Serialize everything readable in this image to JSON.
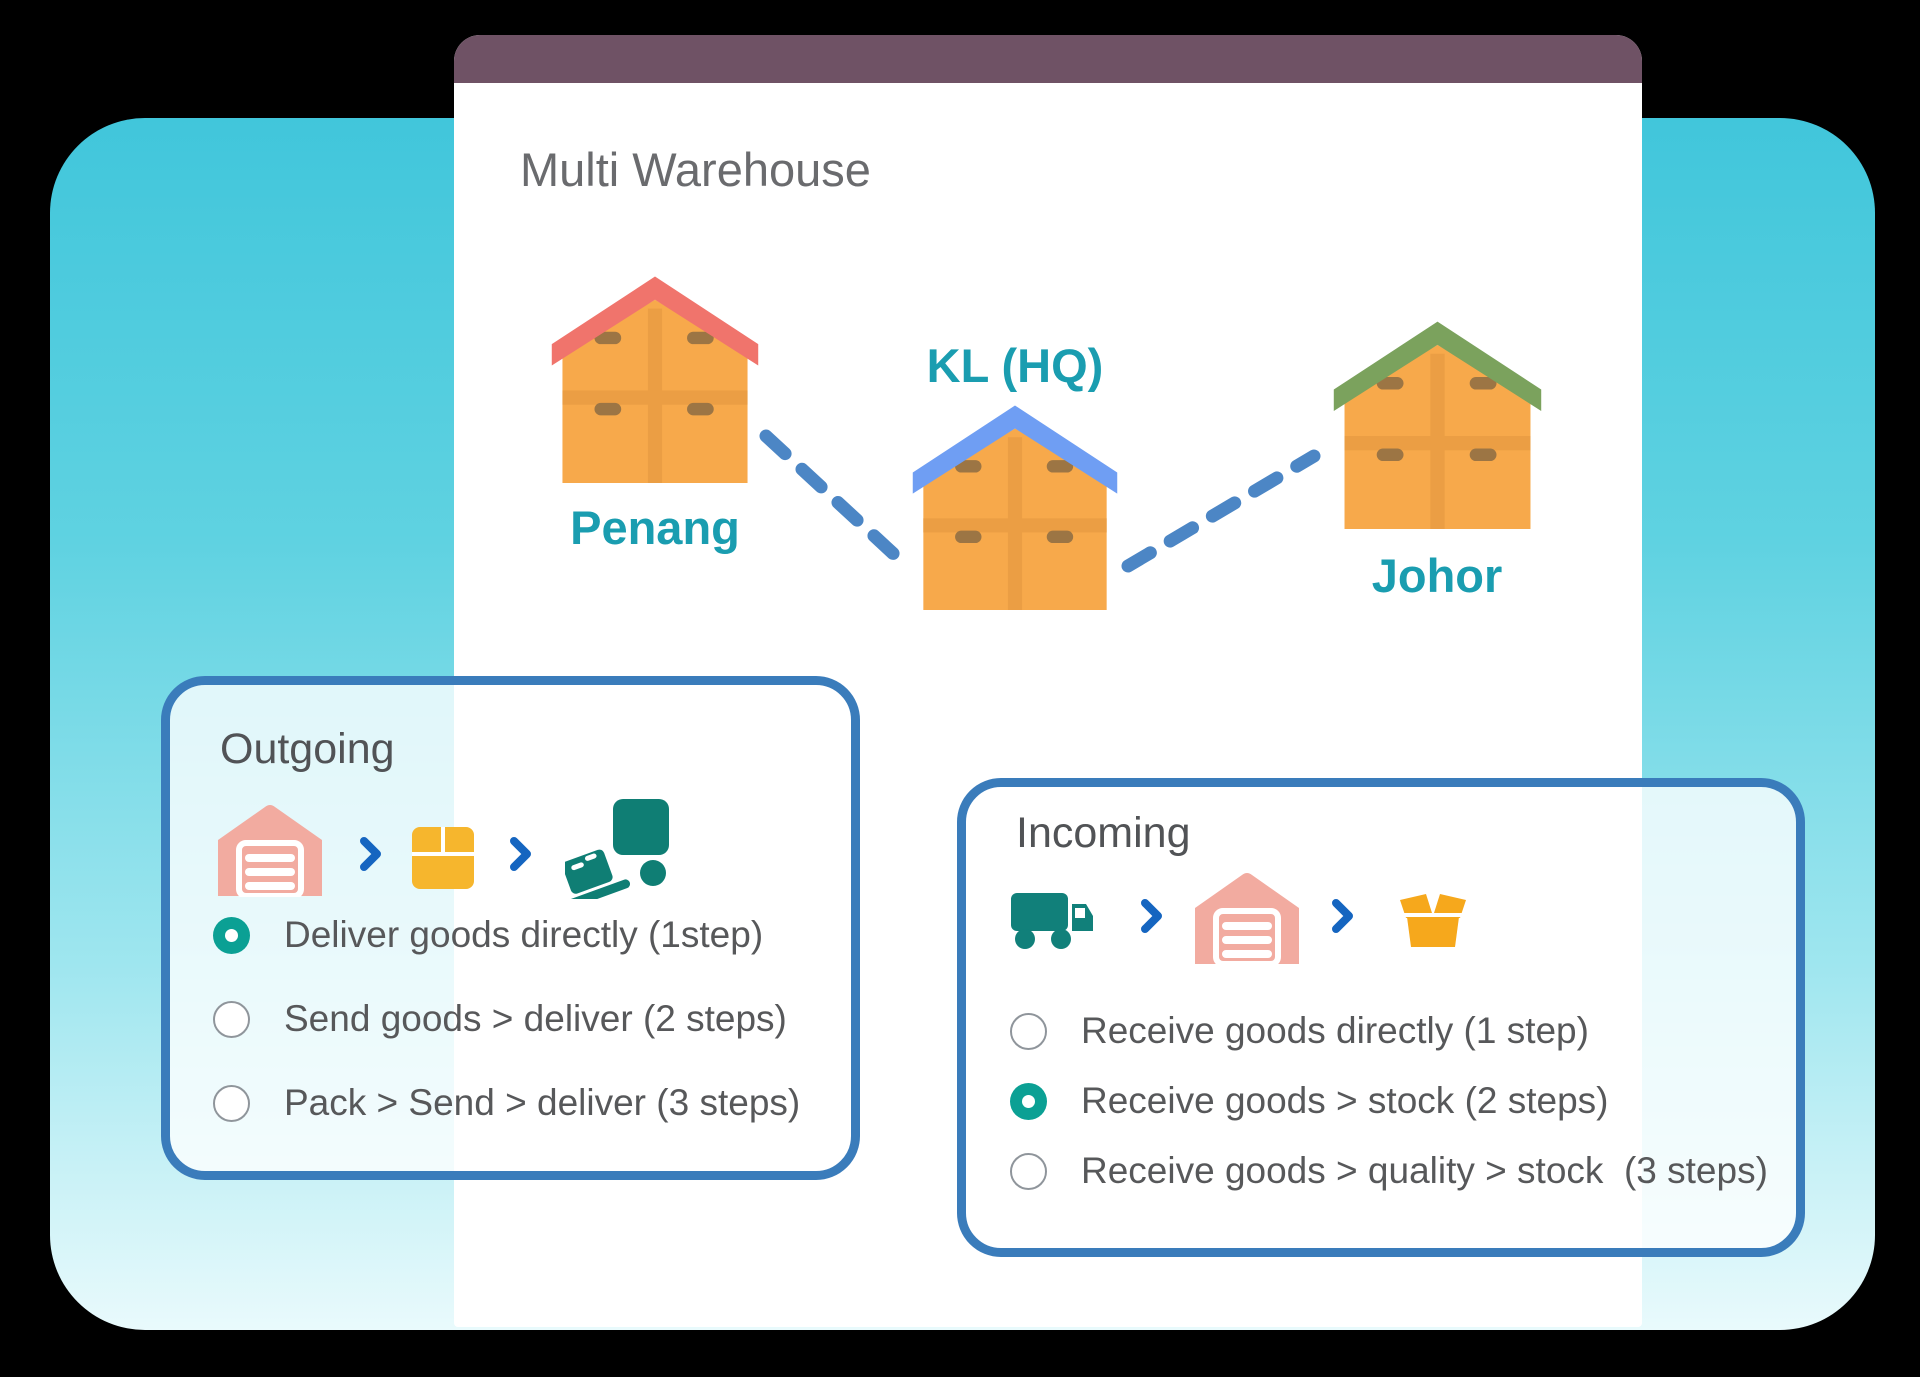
{
  "page_title": "Multi Warehouse",
  "network": {
    "warehouses": [
      {
        "name": "Penang",
        "roof_color": "#f0746c"
      },
      {
        "name": "KL (HQ)",
        "roof_color": "#6f9ef3"
      },
      {
        "name": "Johor",
        "roof_color": "#7ba25d"
      }
    ],
    "connections": [
      {
        "from": "Penang",
        "to": "KL (HQ)"
      },
      {
        "from": "KL (HQ)",
        "to": "Johor"
      }
    ]
  },
  "outgoing_panel": {
    "title": "Outgoing",
    "flow_icons": [
      "warehouse-icon",
      "chevron-right-icon",
      "box-icon",
      "chevron-right-icon",
      "hand-truck-icon"
    ],
    "options": [
      {
        "label": "Deliver goods directly (1step)",
        "selected": true
      },
      {
        "label": "Send goods > deliver (2 steps)",
        "selected": false
      },
      {
        "label": "Pack > Send > deliver (3 steps)",
        "selected": false
      }
    ]
  },
  "incoming_panel": {
    "title": "Incoming",
    "flow_icons": [
      "truck-icon",
      "chevron-right-icon",
      "warehouse-icon",
      "chevron-right-icon",
      "open-box-icon"
    ],
    "options": [
      {
        "label": "Receive goods directly (1 step)",
        "selected": false
      },
      {
        "label": "Receive goods > stock (2 steps)",
        "selected": true
      },
      {
        "label": "Receive goods > quality > stock  (3 steps)",
        "selected": false
      }
    ]
  },
  "colors": {
    "titlebar_plum": "#6f5265",
    "accent_teal": "#0ba094",
    "panel_border_blue": "#3a7cbb",
    "warehouse_label_teal": "#1a9db0",
    "connection_blue": "#4c86c5",
    "warehouse_body_orange": "#f7a94b"
  }
}
